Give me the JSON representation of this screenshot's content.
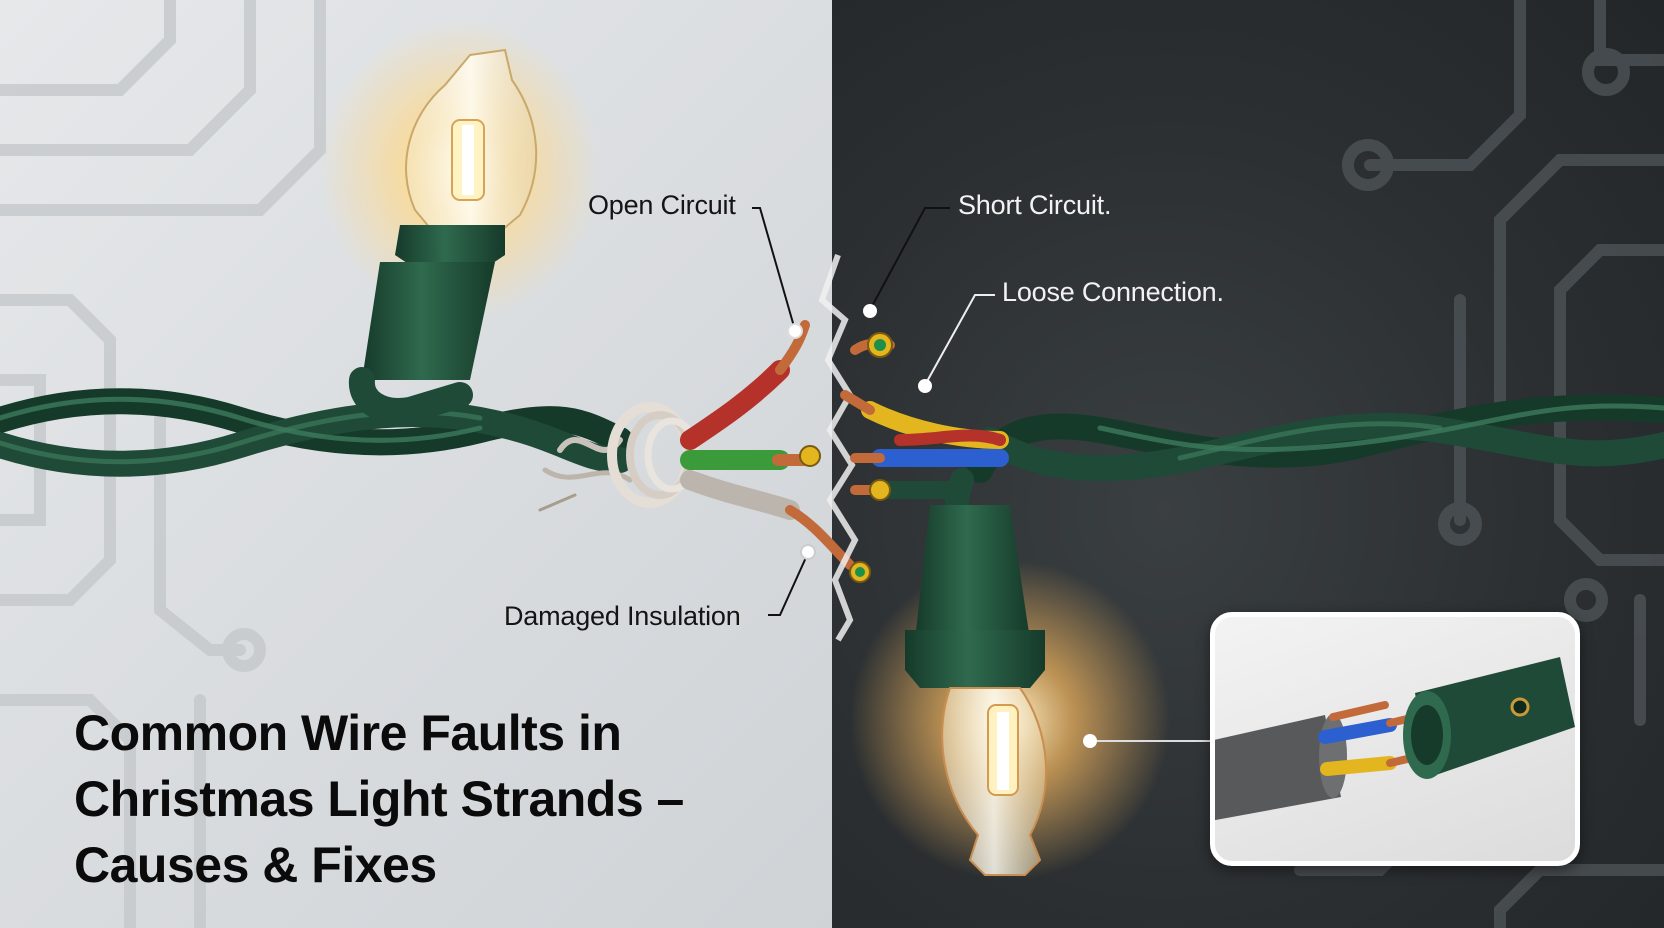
{
  "title": {
    "line1": "Common Wire Faults in",
    "line2": "Christmas Light Strands –",
    "line3": "Causes & Fixes"
  },
  "labels": {
    "open_circuit": "Open Circuit",
    "short_circuit": "Short Circuit.",
    "loose_connection": "Loose Connection.",
    "damaged_insulation": "Damaged Insulation"
  },
  "colors": {
    "cable_green": "#1f4a37",
    "copper": "#c26a3a",
    "wire_red": "#b4322a",
    "wire_green": "#3b9a3a",
    "wire_blue": "#2c5fd0",
    "wire_yellow": "#e3b51e",
    "bulb_glow": "#ffd98a"
  }
}
